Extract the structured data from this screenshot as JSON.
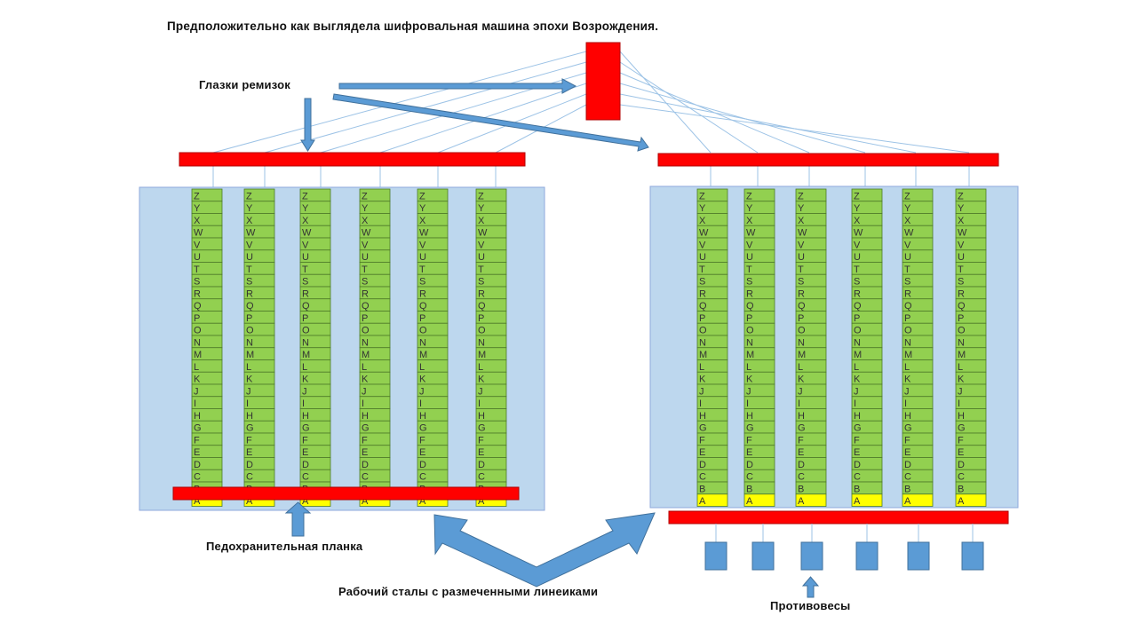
{
  "title": "Предположительно как выглядела шифровальная машина эпохи Возрождения.",
  "labels": {
    "eyelets": "Глазки ремизок",
    "safety_bar": "Педохранительная планка",
    "work_table": "Рабочий сталы с размеченными линеиками",
    "counterweights": "Противовесы"
  },
  "alphabet": [
    "Z",
    "Y",
    "X",
    "W",
    "V",
    "U",
    "T",
    "S",
    "R",
    "Q",
    "P",
    "O",
    "N",
    "M",
    "L",
    "K",
    "J",
    "I",
    "H",
    "G",
    "F",
    "E",
    "D",
    "C",
    "B",
    "A"
  ],
  "left_rulers": 6,
  "right_rulers": 6,
  "colors": {
    "bar": "#ff0000",
    "panel": "#bdd7ee",
    "ruler": "#92d050",
    "highlight": "#ffff00",
    "arrow": "#5b9bd5",
    "line": "#9dc3e6"
  }
}
